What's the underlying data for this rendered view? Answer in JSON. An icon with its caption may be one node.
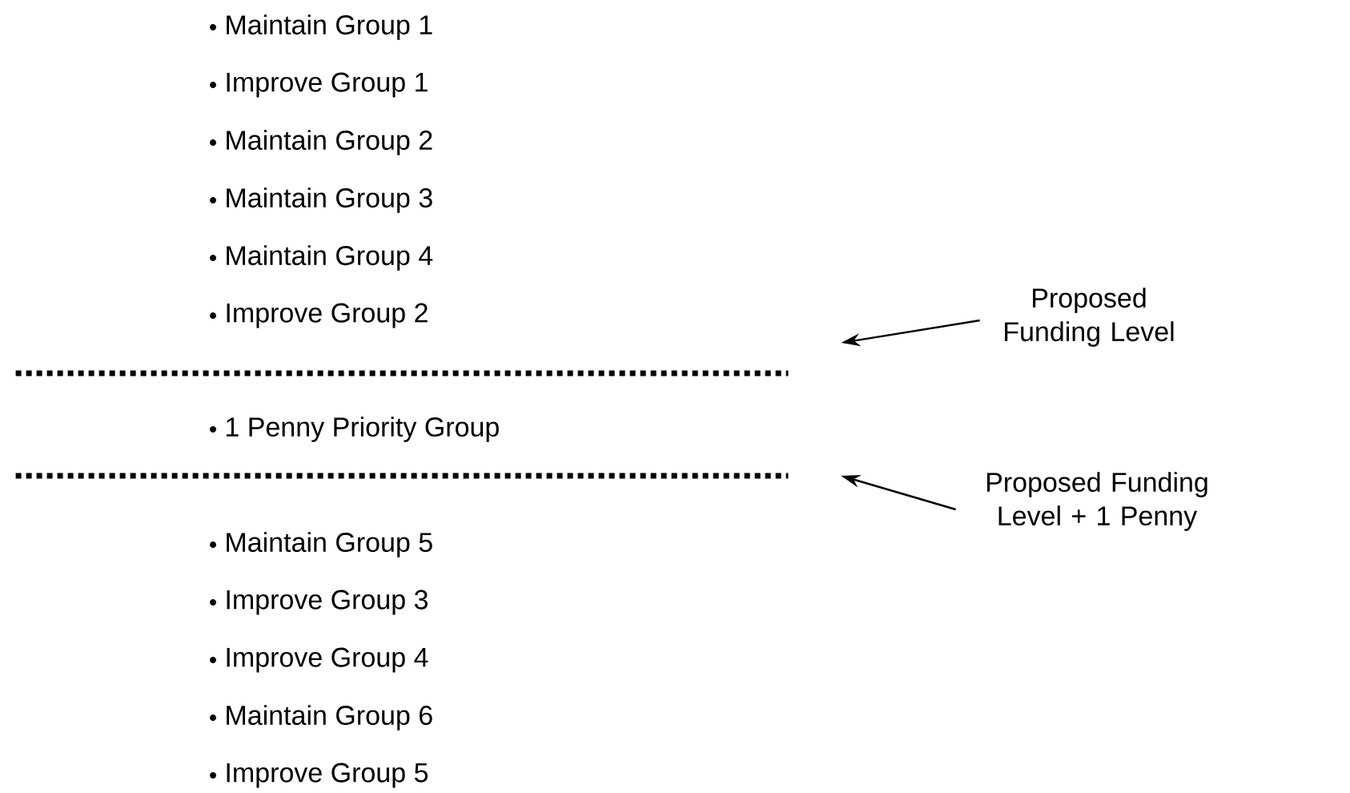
{
  "diagram": {
    "nodes": [
      {
        "text": [
          "Proposed Funding Level"
        ]
      },
      {
        "text": [],
        "shape": "line"
      },
      {
        "text": [
          "Proposed Funding Level + 1 Penny"
        ]
      },
      {
        "text": [],
        "shape": "line"
      }
    ],
    "edges": [
      {
        "from": 0,
        "to": 1,
        "arrow": "to"
      },
      {
        "from": 2,
        "to": 3,
        "arrow": "to"
      }
    ],
    "labels": [
      "Maintain Group 1",
      "Improve Group 1",
      "Maintain Group 2",
      "Maintain Group 3",
      "Maintain Group 4",
      "Improve Group 2",
      "1 Penny Priority Group",
      "Maintain Group 5",
      "Improve Group 3",
      "Improve Group 4",
      "Maintain Group 6",
      "Improve Group 5"
    ]
  }
}
